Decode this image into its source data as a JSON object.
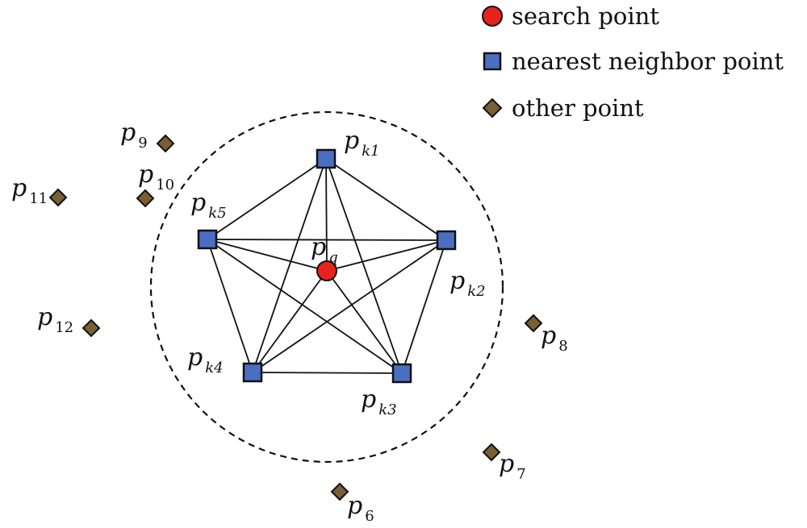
{
  "colors": {
    "search_point": "#e8231f",
    "neighbor_point": "#4a6fc2",
    "other_point": "#7a5f32",
    "edge": "#111111",
    "boundary": "#111111"
  },
  "legend": {
    "items": [
      {
        "kind": "search",
        "label": "search point"
      },
      {
        "kind": "neighbor",
        "label": "nearest neighbor point"
      },
      {
        "kind": "other",
        "label": "other point"
      }
    ]
  },
  "points": {
    "query": {
      "letter": "p",
      "sub": "q"
    },
    "neighbors": [
      {
        "id": "k1",
        "letter": "p",
        "sub": "k1"
      },
      {
        "id": "k2",
        "letter": "p",
        "sub": "k2"
      },
      {
        "id": "k3",
        "letter": "p",
        "sub": "k3"
      },
      {
        "id": "k4",
        "letter": "p",
        "sub": "k4"
      },
      {
        "id": "k5",
        "letter": "p",
        "sub": "k5"
      }
    ],
    "others": [
      {
        "id": "6",
        "letter": "p",
        "sub": "6"
      },
      {
        "id": "7",
        "letter": "p",
        "sub": "7"
      },
      {
        "id": "8",
        "letter": "p",
        "sub": "8"
      },
      {
        "id": "9",
        "letter": "p",
        "sub": "9"
      },
      {
        "id": "10",
        "letter": "p",
        "sub": "10"
      },
      {
        "id": "11",
        "letter": "p",
        "sub": "11"
      },
      {
        "id": "12",
        "letter": "p",
        "sub": "12"
      }
    ]
  }
}
